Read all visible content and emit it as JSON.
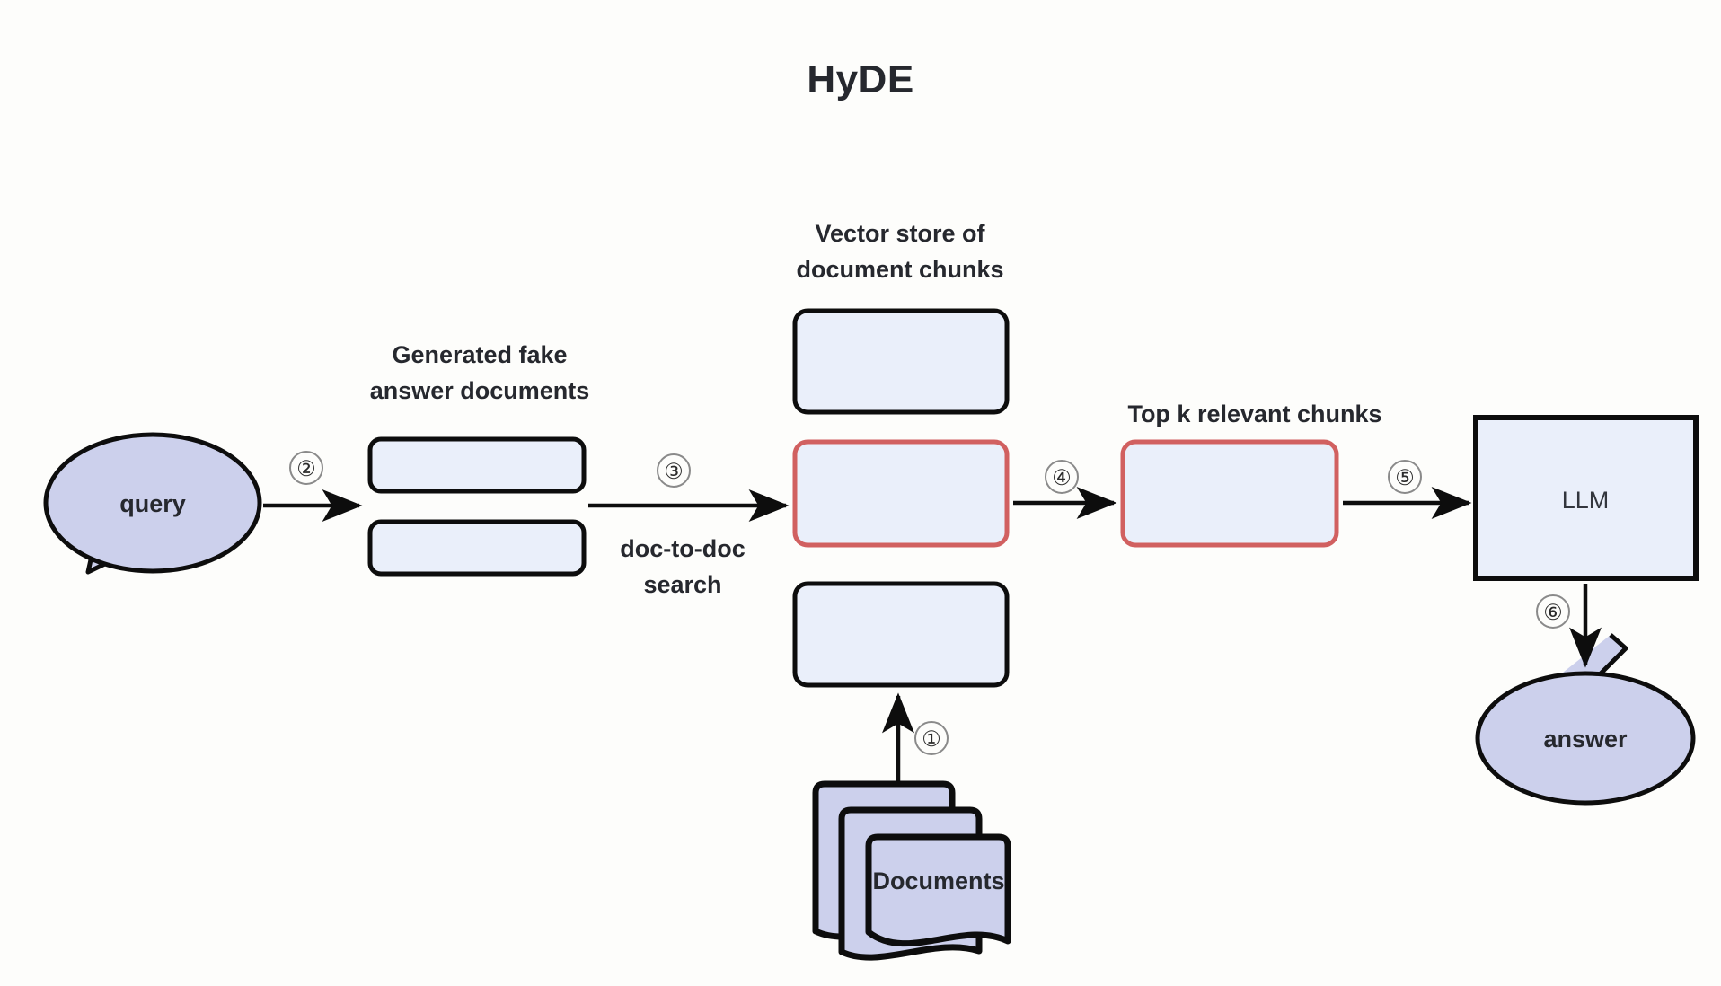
{
  "page": {
    "title": "HyDE",
    "background_color": "#fdfdfb"
  },
  "colors": {
    "node_fill_light_blue": "#eaeffa",
    "bubble_fill_lavender": "#ccd0ec",
    "stroke_black": "#0d0d0d",
    "stroke_red": "#d16060",
    "text_dark": "#26282e",
    "marker_circle_stroke": "#8a8a8a"
  },
  "nodes": {
    "query_bubble": {
      "label": "query"
    },
    "fake_answers": {
      "header_line1": "Generated fake",
      "header_line2": "answer documents",
      "boxes": [
        "",
        ""
      ]
    },
    "vector_store": {
      "header_line1": "Vector store of",
      "header_line2": "document chunks",
      "chunks": [
        {
          "label": "",
          "highlighted": "false"
        },
        {
          "label": "",
          "highlighted": "true"
        },
        {
          "label": "",
          "highlighted": "false"
        }
      ]
    },
    "topk": {
      "header": "Top k relevant chunks",
      "box": {
        "label": "",
        "highlighted": "true"
      }
    },
    "llm": {
      "label": "LLM"
    },
    "answer_bubble": {
      "label": "answer"
    },
    "documents": {
      "label": "Documents"
    }
  },
  "edges": {
    "doc_to_store": {
      "marker": "①"
    },
    "query_to_fake": {
      "marker": "②"
    },
    "fake_to_store": {
      "marker": "③",
      "label_line1": "doc-to-doc",
      "label_line2": "search"
    },
    "store_to_topk": {
      "marker": "④"
    },
    "topk_to_llm": {
      "marker": "⑤"
    },
    "llm_to_answer": {
      "marker": "⑥"
    }
  }
}
